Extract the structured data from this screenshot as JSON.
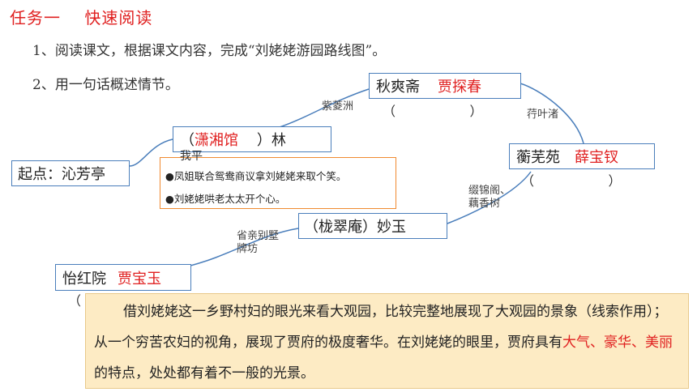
{
  "title": "任务一    快速阅读",
  "instructions": [
    "1、阅读课文，根据课文内容，完成“刘姥姥游园路线图”。",
    "2、用一句话概述情节。"
  ],
  "nodes": {
    "start": "起点：沁芳亭",
    "xiaoxiang_open": "（",
    "xiaoxiang_place": "潇湘馆",
    "xiaoxiang_close": "    ）林",
    "qiushuang_place": "秋爽斋",
    "qiushuang_person": "贾探春",
    "hengwu_place": "蘅芜苑",
    "hengwu_person": "薛宝钗",
    "longcui": "（栊翠庵）妙玉",
    "yihong_place": "怡红院",
    "yihong_person": "贾宝玉"
  },
  "blanks": {
    "qiushuang": "（                  ）",
    "hengwu": "（                  ）",
    "yihong": "（"
  },
  "edges": {
    "zilingzhou": "紫菱洲",
    "ouxiang": "荇叶渚",
    "zhuijin": [
      "缀锦阁、",
      "藕香树"
    ],
    "shengqin": [
      "省亲别墅",
      "牌坊"
    ]
  },
  "plot": {
    "overlap": "我平",
    "line1": "●凤姐联合鸳鸯商议拿刘姥姥来取个笑。",
    "line2": "●刘姥姥哄老太太开个心。"
  },
  "summary": {
    "part1": "借刘姥姥这一乡野村妇的眼光来看大观园，比较完整地展现了大观园的景象（线索作用）；从一个穷苦农妇的视角，展现了贾府的极度奢华。在刘姥姥的眼里，贾府具有",
    "highlight": "大气、豪华、美丽",
    "part2": "的特点，处处都有着不一般的光景。"
  },
  "colors": {
    "accent": "#e02020",
    "box_border": "#4a7ebb",
    "plot_border": "#f08a30",
    "summary_bg": "#fdebc4"
  }
}
